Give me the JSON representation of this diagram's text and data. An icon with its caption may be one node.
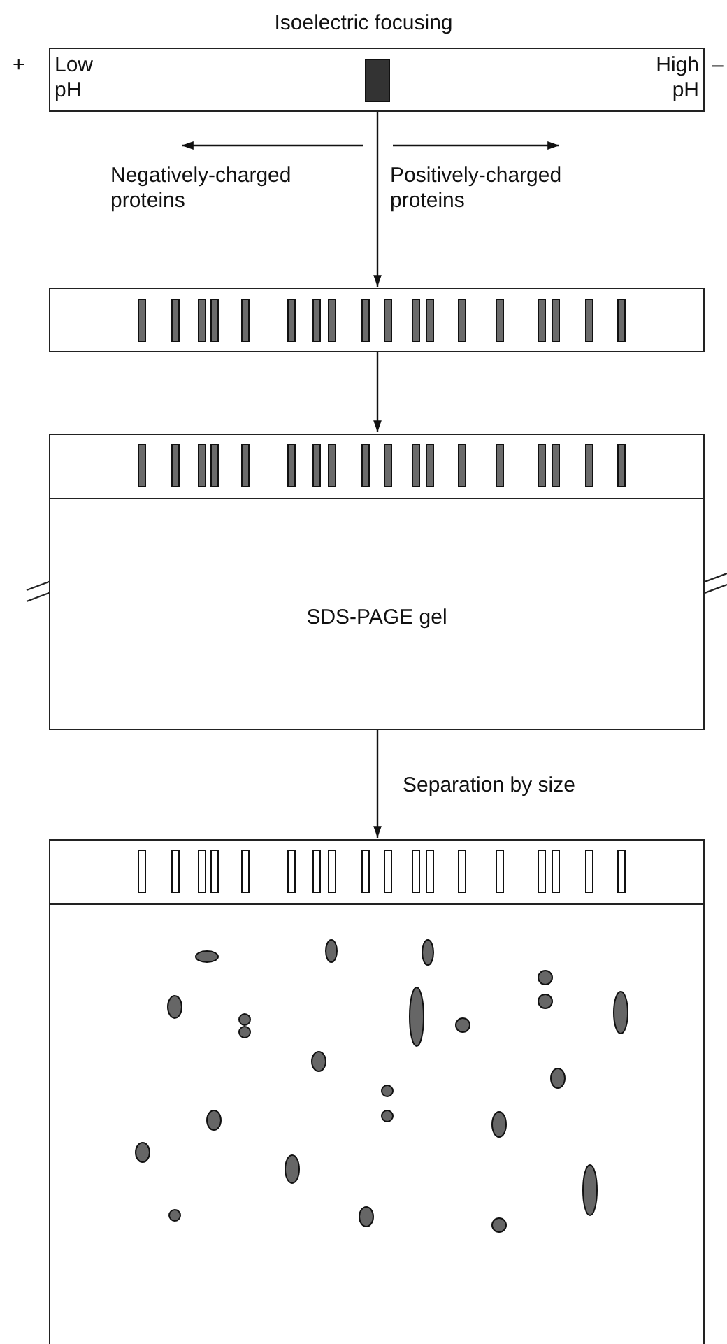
{
  "diagram": {
    "title": "Isoelectric  focusing",
    "nodes": [
      {
        "text": [
          "Low pH",
          "High pH"
        ]
      },
      {
        "text": [],
        "shape": "box"
      },
      {
        "text": [
          "SDS-PAGE gel"
        ]
      },
      {
        "text": [],
        "shape": "box"
      }
    ],
    "edges": [
      {
        "from": 0,
        "to": 1,
        "arrow": "to"
      },
      {
        "from": 1,
        "to": 2,
        "arrow": "to"
      },
      {
        "from": 2,
        "to": 3,
        "arrow": "to",
        "label": "Separation by size"
      }
    ],
    "labels": [
      "+",
      "–",
      "Negatively-charged proteins",
      "Positively-charged proteins"
    ]
  }
}
